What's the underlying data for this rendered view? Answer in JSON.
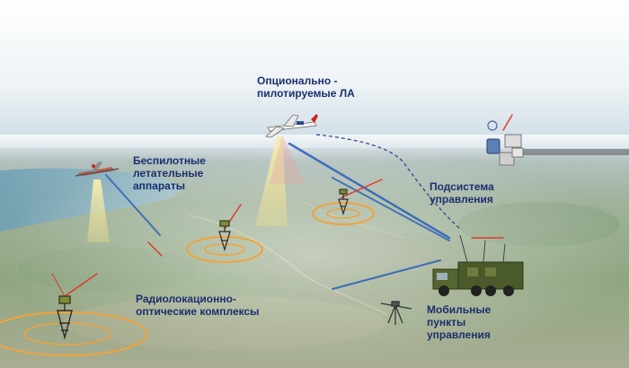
{
  "labels": {
    "optional_aircraft": [
      "Опционально -",
      "пилотируемые ЛА"
    ],
    "uav": [
      "Беспилотные",
      "летательные",
      "аппараты"
    ],
    "control_subsystem": [
      "Подсистема",
      "управления"
    ],
    "radar_optical": [
      "Радиолокационно-",
      "оптические комплексы"
    ],
    "mobile_points": [
      "Мобильные",
      "пункты",
      "управления"
    ]
  },
  "colors": {
    "label_text": "#1c2f6e",
    "link_blue": "#2a5fb8",
    "link_red": "#e03a2a",
    "ring_orange": "#f2a23a",
    "beam_yellow": "#f3e08a"
  },
  "icons": {
    "aircraft": "light-aircraft-icon",
    "uav": "uav-drone-icon",
    "radar_tower": "radar-tower-icon",
    "satellite": "satellite-icon",
    "mobile_truck": "military-truck-icon",
    "ground_drone": "tripod-drone-icon"
  }
}
